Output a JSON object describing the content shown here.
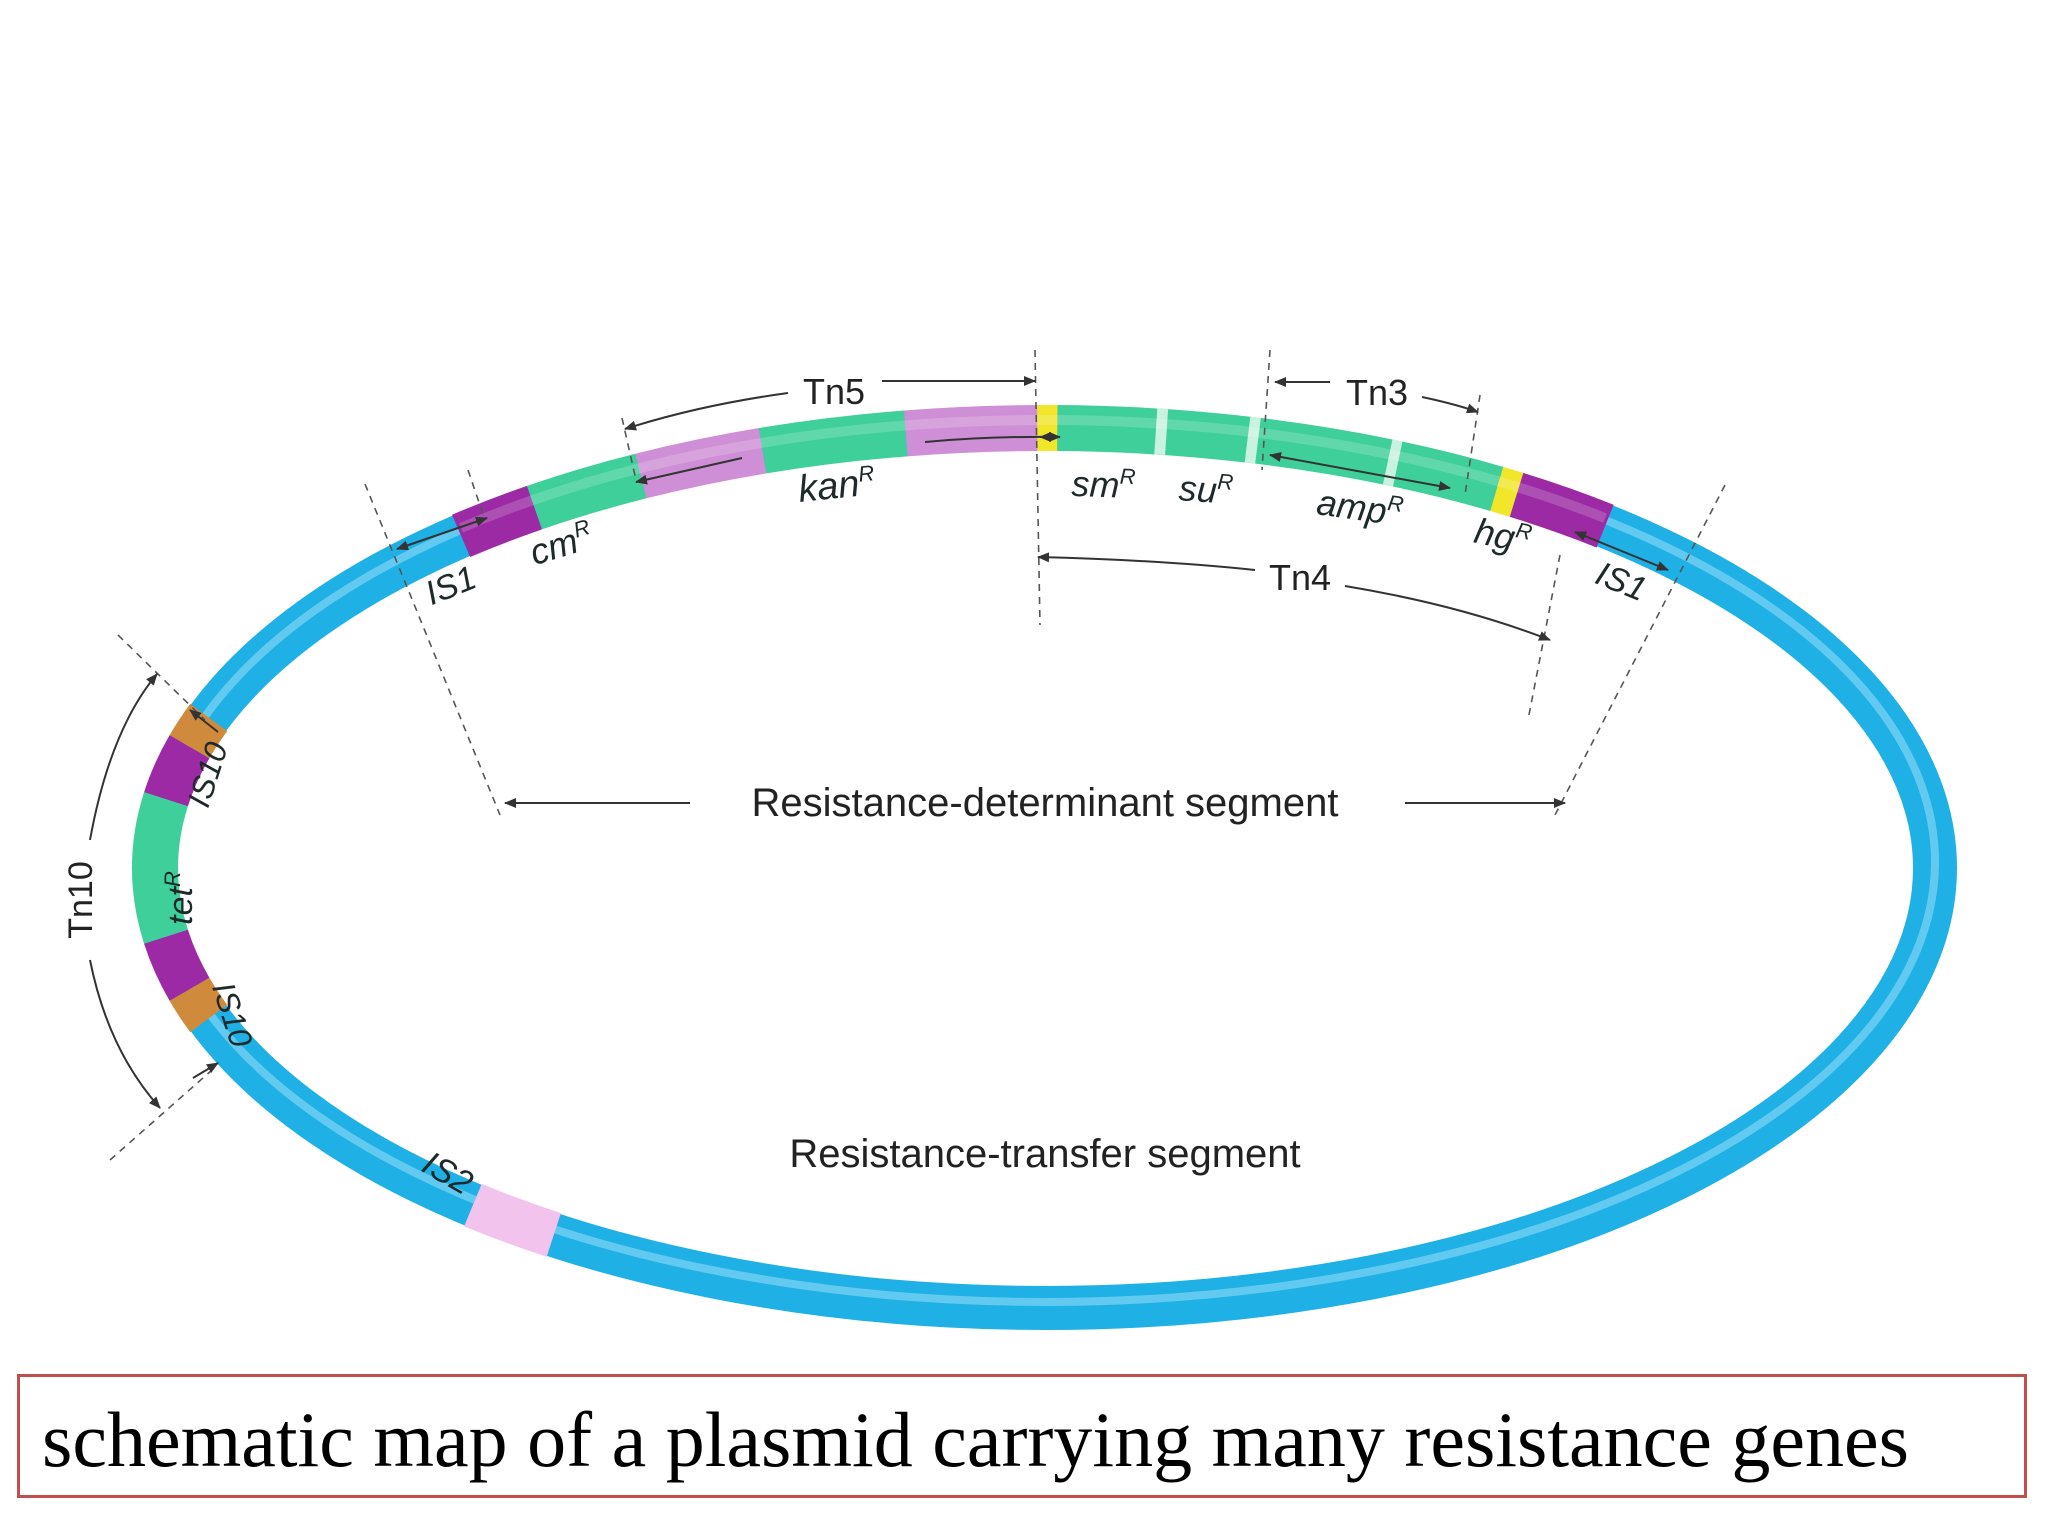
{
  "colors": {
    "backbone": "#1fb0e6",
    "resistance_gene": "#3fcf9a",
    "kan_flank": "#cf8fd6",
    "insertion_sequence": "#9c2aa4",
    "is2": "#f2c3ec",
    "tn4_end": "#f1e62a",
    "is10_end": "#d08a3c",
    "caption_border": "#c0504d"
  },
  "transposons": {
    "tn5": "Tn5",
    "tn3": "Tn3",
    "tn4": "Tn4",
    "tn10": "Tn10"
  },
  "elements": {
    "is1_left": "IS1",
    "is1_right": "IS1",
    "is10_top": "IS10",
    "is10_bottom": "IS10",
    "is2": "IS2"
  },
  "genes": {
    "cm": {
      "name": "cm",
      "sup": "R"
    },
    "kan": {
      "name": "kan",
      "sup": "R"
    },
    "sm": {
      "name": "sm",
      "sup": "R"
    },
    "su": {
      "name": "su",
      "sup": "R"
    },
    "amp": {
      "name": "amp",
      "sup": "R"
    },
    "hg": {
      "name": "hg",
      "sup": "R"
    },
    "tet": {
      "name": "tet",
      "sup": "R"
    }
  },
  "segments": {
    "determinant": "Resistance-determinant segment",
    "transfer": "Resistance-transfer segment"
  },
  "caption": "schematic map of a plasmid carrying many resistance genes"
}
